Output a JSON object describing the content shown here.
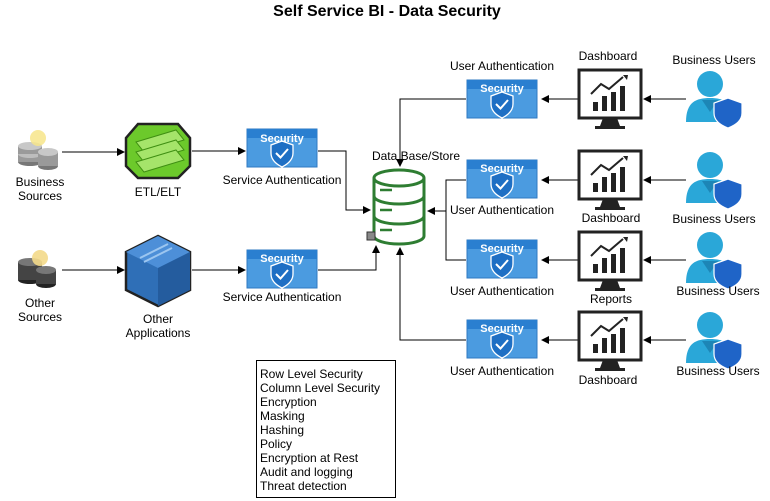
{
  "title": "Self Service BI - Data Security",
  "sources": {
    "business": [
      "Business",
      "Sources"
    ],
    "other": [
      "Other",
      "Sources"
    ]
  },
  "etl": {
    "label": "ETL/ELT"
  },
  "other_apps": [
    "Other",
    "Applications"
  ],
  "security_badge": "Security",
  "service_auth": "Service Authentication",
  "user_auth": "User Authentication",
  "database": "Data Base/Store",
  "dashboards": {
    "top": "Dashboard",
    "second": "Dashboard",
    "third": "Reports",
    "bottom": "Dashboard"
  },
  "business_users": "Business Users",
  "security_features": [
    "Row Level Security",
    "Column Level Security",
    "Encryption",
    "Masking",
    "Hashing",
    "Policy",
    "Encryption at Rest",
    "Audit and logging",
    "Threat detection"
  ],
  "colors": {
    "security_blue": "#3d8fd6",
    "security_header": "#1f6fc0",
    "db_green": "#2e7d32",
    "etl_green": "#6cc92b",
    "app_blue": "#2f6fb7",
    "user_cyan": "#2aa7d8"
  }
}
